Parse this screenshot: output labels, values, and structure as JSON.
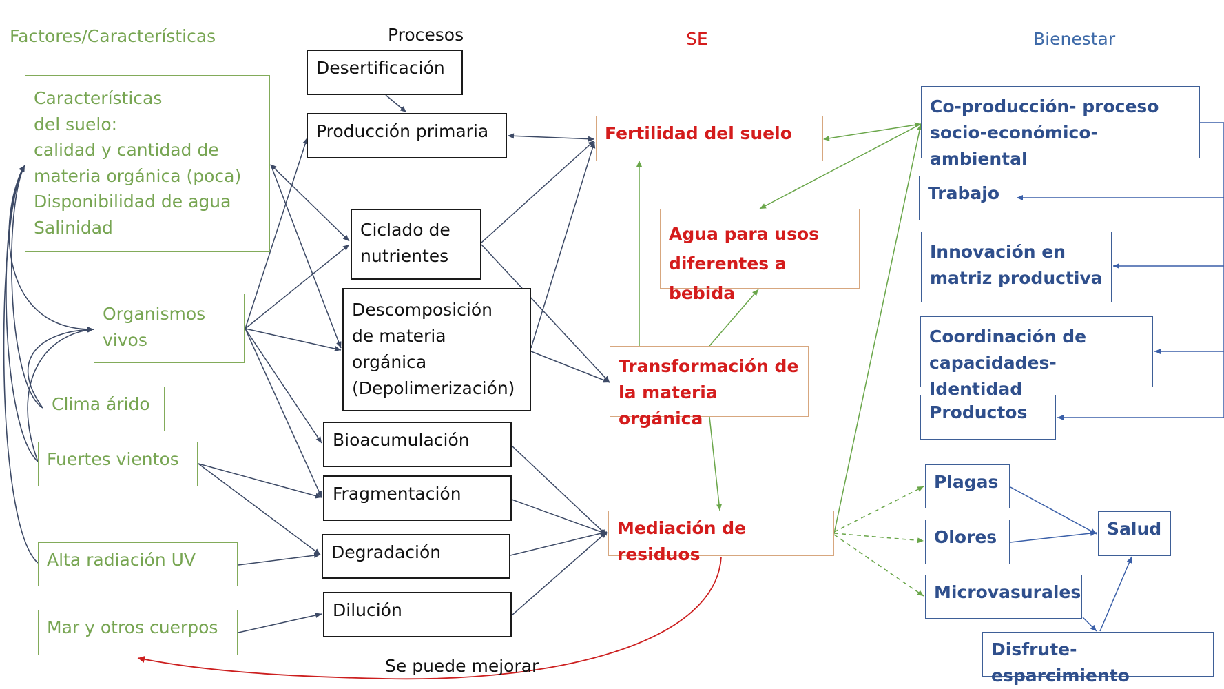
{
  "headers": {
    "factores": "Factores/Características",
    "procesos": "Procesos",
    "se": "SE",
    "bienestar": "Bienestar"
  },
  "colors": {
    "factores": "#77a552",
    "procesos": "#111111",
    "se": "#d41c1c",
    "bienestar": "#2f4f8c",
    "arrow_dark": "#3d4a66",
    "arrow_green": "#6aa64a",
    "arrow_blue": "#3a5fa8",
    "arrow_red": "#cc1f1f"
  },
  "factores": {
    "suelo": "Características\ndel suelo:\ncalidad y cantidad de\nmateria orgánica (poca)\nDisponibilidad de agua\nSalinidad",
    "organismos": "Organismos\nvivos",
    "clima": "Clima árido",
    "vientos": "Fuertes vientos",
    "radiacion": "Alta radiación UV",
    "mar": "Mar y otros cuerpos"
  },
  "procesos": {
    "desertificacion": "Desertificación",
    "produccion": "Producción primaria",
    "ciclado": "Ciclado de\nnutrientes",
    "descomposicion": "Descomposición\nde materia\norgánica\n(Depolimerización)",
    "bioacumulacion": "Bioacumulación",
    "fragmentacion": "Fragmentación",
    "degradacion": "Degradación",
    "dilucion": "Dilución"
  },
  "se": {
    "fertilidad": "Fertilidad del suelo",
    "agua": "Agua para usos\ndiferentes a bebida",
    "transformacion": "Transformación de\nla materia orgánica",
    "mediacion": "Mediación de residuos"
  },
  "bienestar": {
    "coproduccion": "Co-producción- proceso\nsocio-económico-ambiental",
    "trabajo": "Trabajo",
    "innovacion": "Innovación en\nmatriz productiva",
    "coordinacion": "Coordinación de\ncapacidades- Identidad",
    "productos": "Productos",
    "plagas": "Plagas",
    "olores": "Olores",
    "microvasurales": "Microvasurales",
    "salud": "Salud",
    "disfrute": "Disfrute-esparcimiento"
  },
  "feedback_label": "Se puede mejorar"
}
